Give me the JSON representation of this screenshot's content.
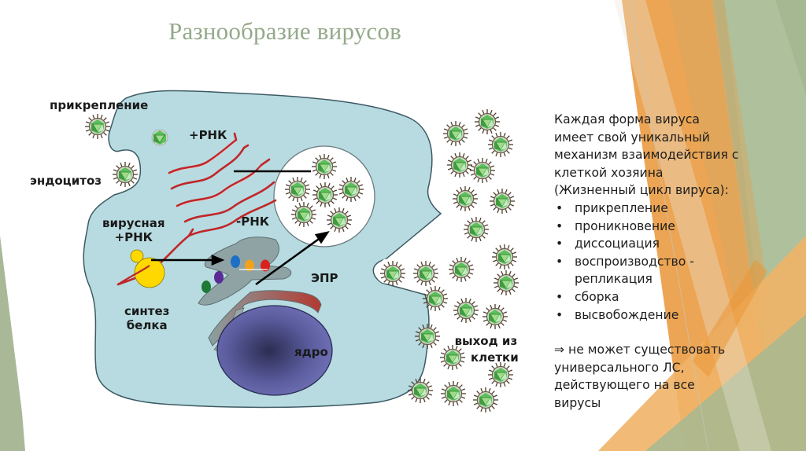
{
  "slide": {
    "title": "Разнообразие вирусов",
    "colors": {
      "title": "#94a98a",
      "cell_cytoplasm": "#b7dbe0",
      "nucleus": "#6d6fb0",
      "er": "#8fa3a5",
      "rna": "#c0262a",
      "virus_capsid": "#5cbf5a",
      "accent_orange": "#e8a04c",
      "accent_green": "#a8b994"
    }
  },
  "diagram": {
    "labels": {
      "attachment": "прикрепление",
      "endocytosis": "эндоцитоз",
      "plus_rna": "+РНК",
      "minus_rna": "-РНК",
      "viral_rna_line1": "вирусная",
      "viral_rna_line2": "+РНК",
      "er": "ЭПР",
      "protein_synthesis_line1": "синтез",
      "protein_synthesis_line2": "белка",
      "nucleus": "ядро",
      "exit_line1": "выход из",
      "exit_line2": "клетки"
    }
  },
  "text": {
    "intro": "Каждая форма вируса имеет свой уникальный механизм взаимодействия с клеткой хозяина (Жизненный цикл вируса):",
    "intro_lines": [
      "Каждая форма вируса",
      "имеет свой уникальный",
      "механизм взаимодействия с",
      "клеткой хозяина",
      "(Жизненный цикл вируса):"
    ],
    "bullet_symbol": "•",
    "stages": [
      "прикрепление",
      "проникновение",
      "диссоциация",
      "воспроизводство -",
      "репликация",
      "сборка",
      "высвобождение"
    ],
    "conclusion_lines": [
      "⇒ не может существовать",
      "универсального ЛС,",
      "действующего на все",
      "вирусы"
    ]
  }
}
